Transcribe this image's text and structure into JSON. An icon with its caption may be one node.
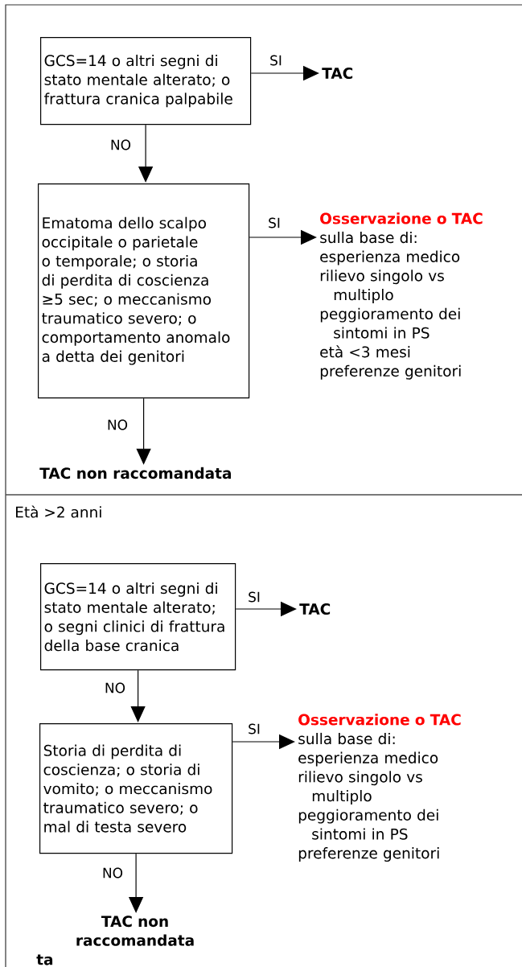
{
  "diagram": {
    "nodes": [
      {
        "text": [
          "GCS=14 o altri segni di stato mentale alterato; o frattura cranica palpabile"
        ]
      },
      {
        "text": [
          "TAC"
        ]
      },
      {
        "text": [
          "Ematoma dello scalpo occipitale o parietale o temporale; o storia di perdita di coscienza ≥5 sec; o meccanismo traumatico severo; o comportamento anomalo a detta dei genitori"
        ]
      },
      {
        "text": [
          "Osservazione o TAC",
          "sulla base di:",
          "esperienza medico",
          "rilievo singolo vs multiplo",
          "peggioramento dei sintomi in PS",
          "età <3 mesi",
          "preferenze genitori"
        ]
      },
      {
        "text": [
          "TAC non raccomandata"
        ]
      },
      {
        "text": [
          "GCS=14 o altri segni di stato mentale alterato; o segni clinici di frattura della base cranica"
        ]
      },
      {
        "text": [
          "TAC"
        ]
      },
      {
        "text": [
          "Storia di perdita di coscienza; o storia di vomito; o meccanismo traumatico severo; o mal di testa severo"
        ]
      },
      {
        "text": [
          "Osservazione o TAC",
          "sulla base di:",
          "esperienza medico",
          "rilievo singolo vs multiplo",
          "peggioramento dei sintomi in PS",
          "preferenze genitori"
        ]
      },
      {
        "text": [
          "TAC non raccomandata"
        ]
      }
    ],
    "edges": [
      {
        "from": 0,
        "to": 1,
        "arrow": "to",
        "label": "SI"
      },
      {
        "from": 0,
        "to": 2,
        "arrow": "to",
        "label": "NO"
      },
      {
        "from": 2,
        "to": 3,
        "arrow": "to",
        "label": "SI"
      },
      {
        "from": 2,
        "to": 4,
        "arrow": "to",
        "label": "NO"
      },
      {
        "from": 5,
        "to": 6,
        "arrow": "to",
        "label": "SI"
      },
      {
        "from": 5,
        "to": 7,
        "arrow": "to",
        "label": "NO"
      },
      {
        "from": 7,
        "to": 8,
        "arrow": "to",
        "label": "SI"
      },
      {
        "from": 7,
        "to": 9,
        "arrow": "to",
        "label": "NO"
      }
    ],
    "labels": [
      "Età >2 anni",
      "ta"
    ]
  }
}
